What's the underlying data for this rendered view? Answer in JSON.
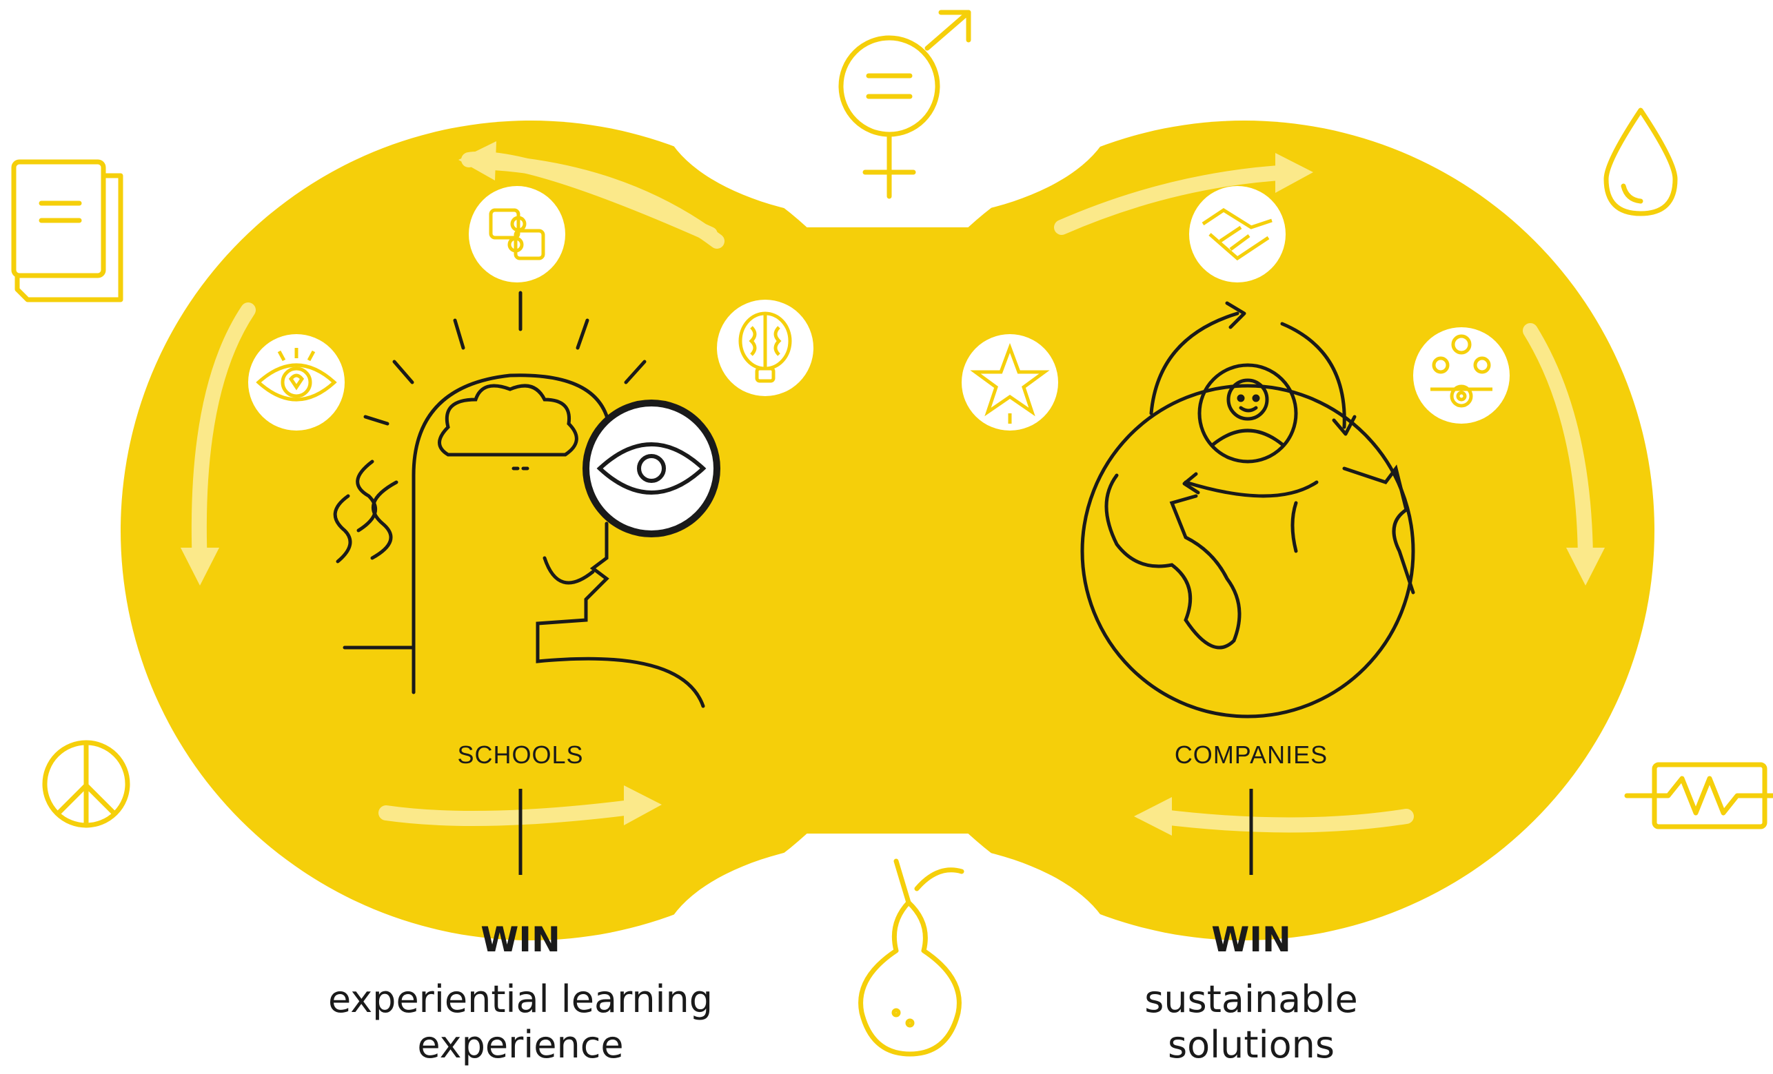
{
  "colors": {
    "accent": "#f5cf0a",
    "stroke": "#1a1a1a",
    "badge": "#ffffff",
    "highlight": "#fbe98a"
  },
  "left": {
    "label": "SCHOOLS",
    "win": "WIN",
    "description_line1": "experiential learning",
    "description_line2": "experience"
  },
  "right": {
    "label": "COMPANIES",
    "win": "WIN",
    "description_line1": "sustainable",
    "description_line2": "solutions"
  },
  "icons": {
    "left": [
      "puzzle-icon",
      "eye-heart-icon",
      "brain-bulb-icon",
      "head-magnifier-eye-icon"
    ],
    "right": [
      "handshake-icon",
      "star-rocket-icon",
      "team-target-icon",
      "globe-person-cycle-icon"
    ],
    "outer": [
      "book-icon",
      "gender-equality-icon",
      "water-drop-icon",
      "peace-icon",
      "pear-icon",
      "heartbeat-icon"
    ]
  }
}
